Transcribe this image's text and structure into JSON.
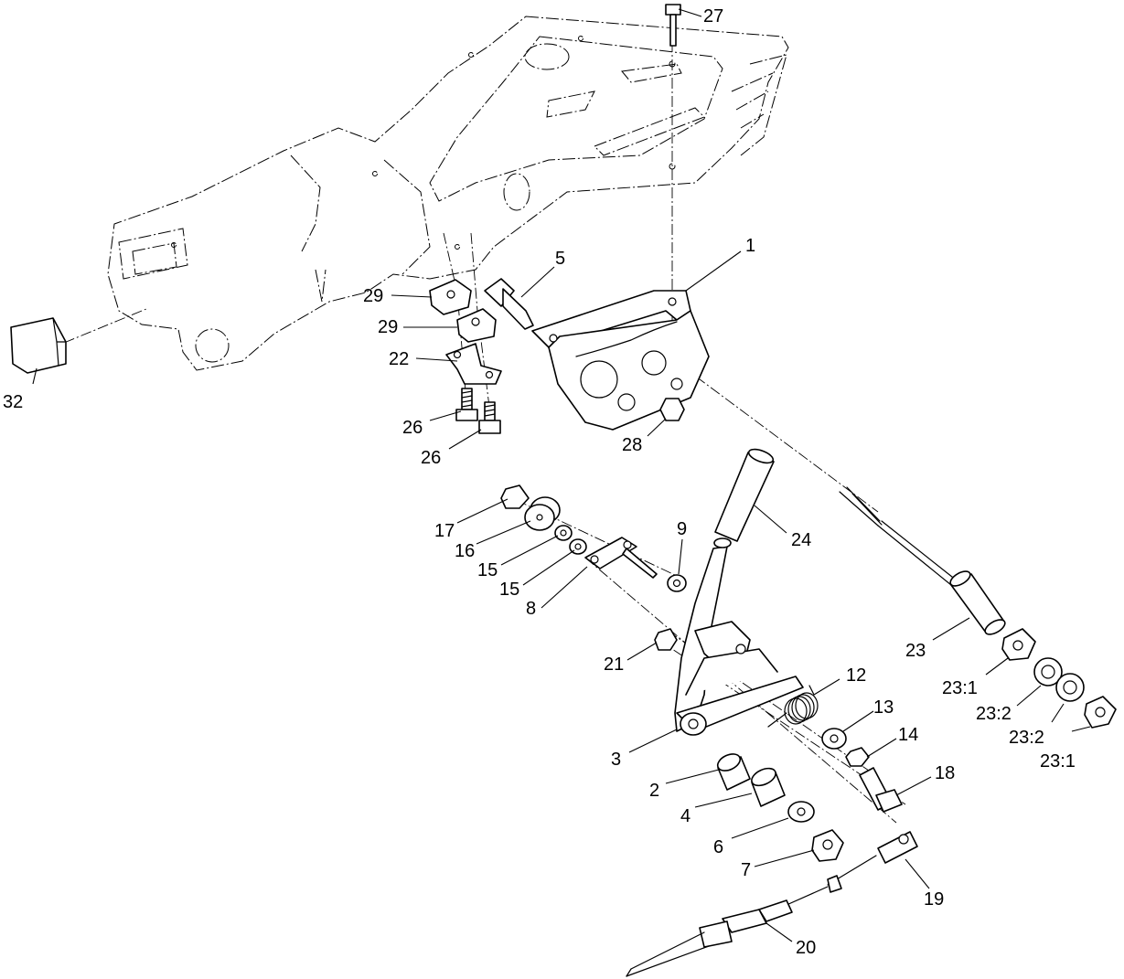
{
  "diagram": {
    "callouts": [
      {
        "id": "c1",
        "label": "1"
      },
      {
        "id": "c2",
        "label": "2"
      },
      {
        "id": "c3",
        "label": "3"
      },
      {
        "id": "c4",
        "label": "4"
      },
      {
        "id": "c5",
        "label": "5"
      },
      {
        "id": "c6",
        "label": "6"
      },
      {
        "id": "c7",
        "label": "7"
      },
      {
        "id": "c8",
        "label": "8"
      },
      {
        "id": "c9",
        "label": "9"
      },
      {
        "id": "c12",
        "label": "12"
      },
      {
        "id": "c13",
        "label": "13"
      },
      {
        "id": "c14",
        "label": "14"
      },
      {
        "id": "c15a",
        "label": "15"
      },
      {
        "id": "c15b",
        "label": "15"
      },
      {
        "id": "c16",
        "label": "16"
      },
      {
        "id": "c17",
        "label": "17"
      },
      {
        "id": "c18",
        "label": "18"
      },
      {
        "id": "c19",
        "label": "19"
      },
      {
        "id": "c20",
        "label": "20"
      },
      {
        "id": "c21",
        "label": "21"
      },
      {
        "id": "c22",
        "label": "22"
      },
      {
        "id": "c23",
        "label": "23"
      },
      {
        "id": "c23_1a",
        "label": "23:1"
      },
      {
        "id": "c23_2a",
        "label": "23:2"
      },
      {
        "id": "c23_2b",
        "label": "23:2"
      },
      {
        "id": "c23_1b",
        "label": "23:1"
      },
      {
        "id": "c24",
        "label": "24"
      },
      {
        "id": "c26a",
        "label": "26"
      },
      {
        "id": "c26b",
        "label": "26"
      },
      {
        "id": "c27",
        "label": "27"
      },
      {
        "id": "c28",
        "label": "28"
      },
      {
        "id": "c29a",
        "label": "29"
      },
      {
        "id": "c29b",
        "label": "29"
      },
      {
        "id": "c32",
        "label": "32"
      }
    ]
  }
}
